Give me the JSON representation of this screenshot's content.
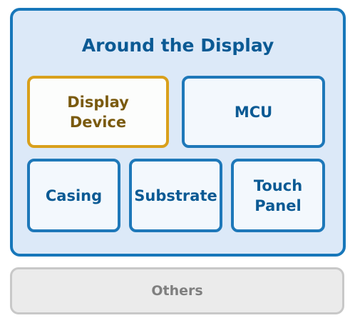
{
  "diagram": {
    "group": {
      "title": "Around the Display",
      "items": [
        {
          "label": "Display\nDevice",
          "highlight": true
        },
        {
          "label": "MCU"
        },
        {
          "label": "Casing"
        },
        {
          "label": "Substrate"
        },
        {
          "label": "Touch\nPanel"
        }
      ]
    },
    "others": {
      "label": "Others"
    },
    "colors": {
      "group_border": "#1777ba",
      "group_fill": "#dce9f8",
      "box_border": "#1e78b9",
      "box_text": "#0b5a94",
      "highlight_border": "#d9a01c",
      "highlight_text": "#7a5a0e",
      "others_fill": "#ebebeb",
      "others_border": "#c8c8c8",
      "others_text": "#7f7f7f"
    }
  }
}
